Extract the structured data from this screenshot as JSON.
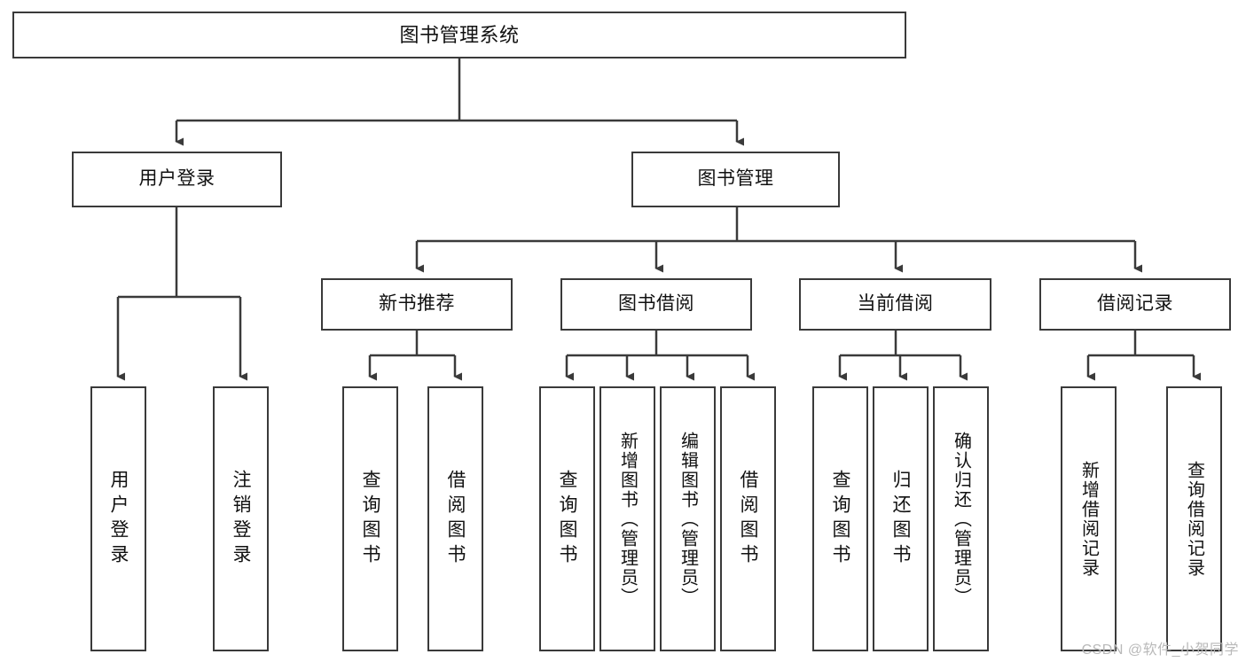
{
  "diagram": {
    "type": "tree-hierarchy",
    "title": "图书管理系统",
    "watermark": "CSDN @软件_小贺同学",
    "style": {
      "background": "#ffffff",
      "node_border": "#3a3a3a",
      "node_fill": "#ffffff",
      "edge_color": "#3a3a3a",
      "text_color": "#111111",
      "watermark_color": "#b9b9b9"
    },
    "root": {
      "label": "图书管理系统"
    },
    "level2": [
      {
        "label": "用户登录"
      },
      {
        "label": "图书管理"
      }
    ],
    "level3": [
      {
        "label": "新书推荐"
      },
      {
        "label": "图书借阅"
      },
      {
        "label": "当前借阅"
      },
      {
        "label": "借阅记录"
      }
    ],
    "leaves": {
      "user_login": [
        {
          "label": "用户登录"
        },
        {
          "label": "注销登录"
        }
      ],
      "new_book_recommend": [
        {
          "label": "查询图书"
        },
        {
          "label": "借阅图书"
        }
      ],
      "book_borrow": [
        {
          "label": "查询图书"
        },
        {
          "label": "新增图书（管理员）"
        },
        {
          "label": "编辑图书（管理员）"
        },
        {
          "label": "借阅图书"
        }
      ],
      "current_borrow": [
        {
          "label": "查询图书"
        },
        {
          "label": "归还图书"
        },
        {
          "label": "确认归还（管理员）"
        }
      ],
      "borrow_record": [
        {
          "label": "新增借阅记录"
        },
        {
          "label": "查询借阅记录"
        }
      ]
    }
  }
}
